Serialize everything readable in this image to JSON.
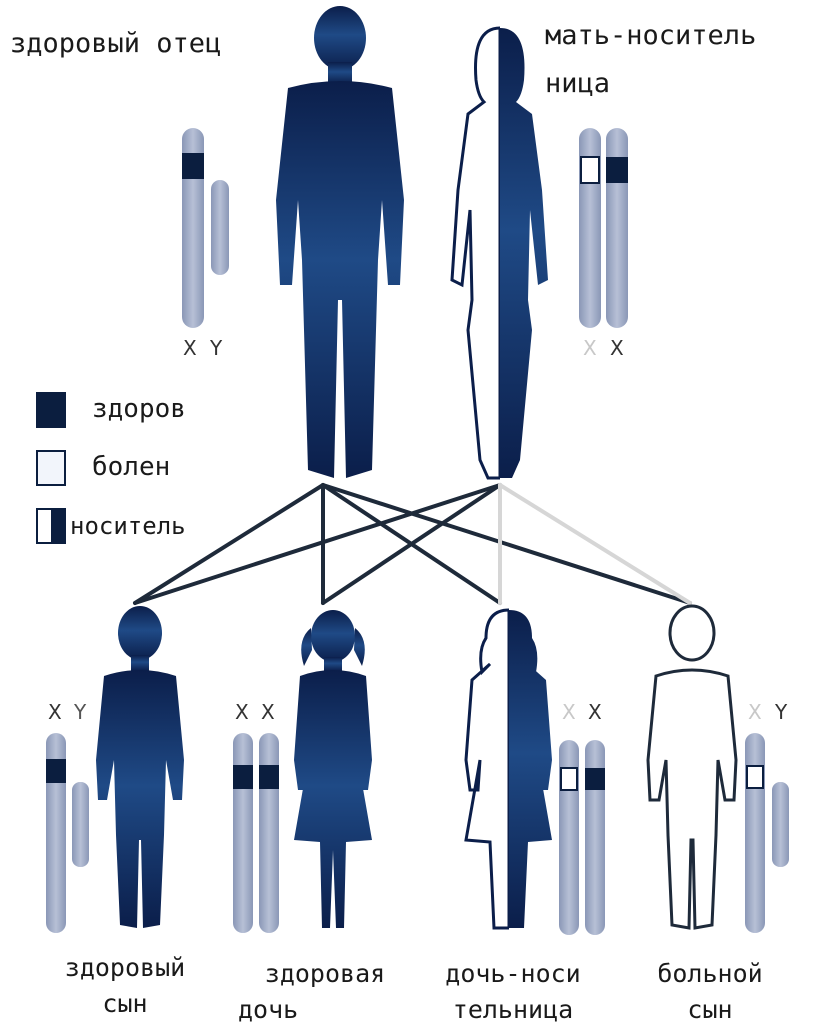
{
  "parents": {
    "father_label": "здоровый отец",
    "mother_label_line1": "мать-носитель",
    "mother_label_line2": "ница"
  },
  "legend": {
    "healthy": "здоров",
    "sick": "болен",
    "carrier": "носитель"
  },
  "children": [
    {
      "line1": "здоровый",
      "line2": "сын"
    },
    {
      "line1": "здоровая",
      "line2": "дочь"
    },
    {
      "line1": "дочь-носи",
      "line2": "тельница"
    },
    {
      "line1": "больной",
      "line2": "сын"
    }
  ],
  "chromosome_labels": {
    "father": [
      "X",
      "Y"
    ],
    "mother": [
      "X",
      "X"
    ],
    "son1": [
      "X",
      "Y"
    ],
    "daughter1": [
      "X",
      "X"
    ],
    "daughter2": [
      "X",
      "X"
    ],
    "son2": [
      "X",
      "Y"
    ]
  },
  "colors": {
    "dark": "#0b1e4a",
    "mid": "#1f4a86",
    "chromosome": "#9aa6c2",
    "line_dark": "#1e2a3a",
    "line_light": "#d6d6d6"
  }
}
